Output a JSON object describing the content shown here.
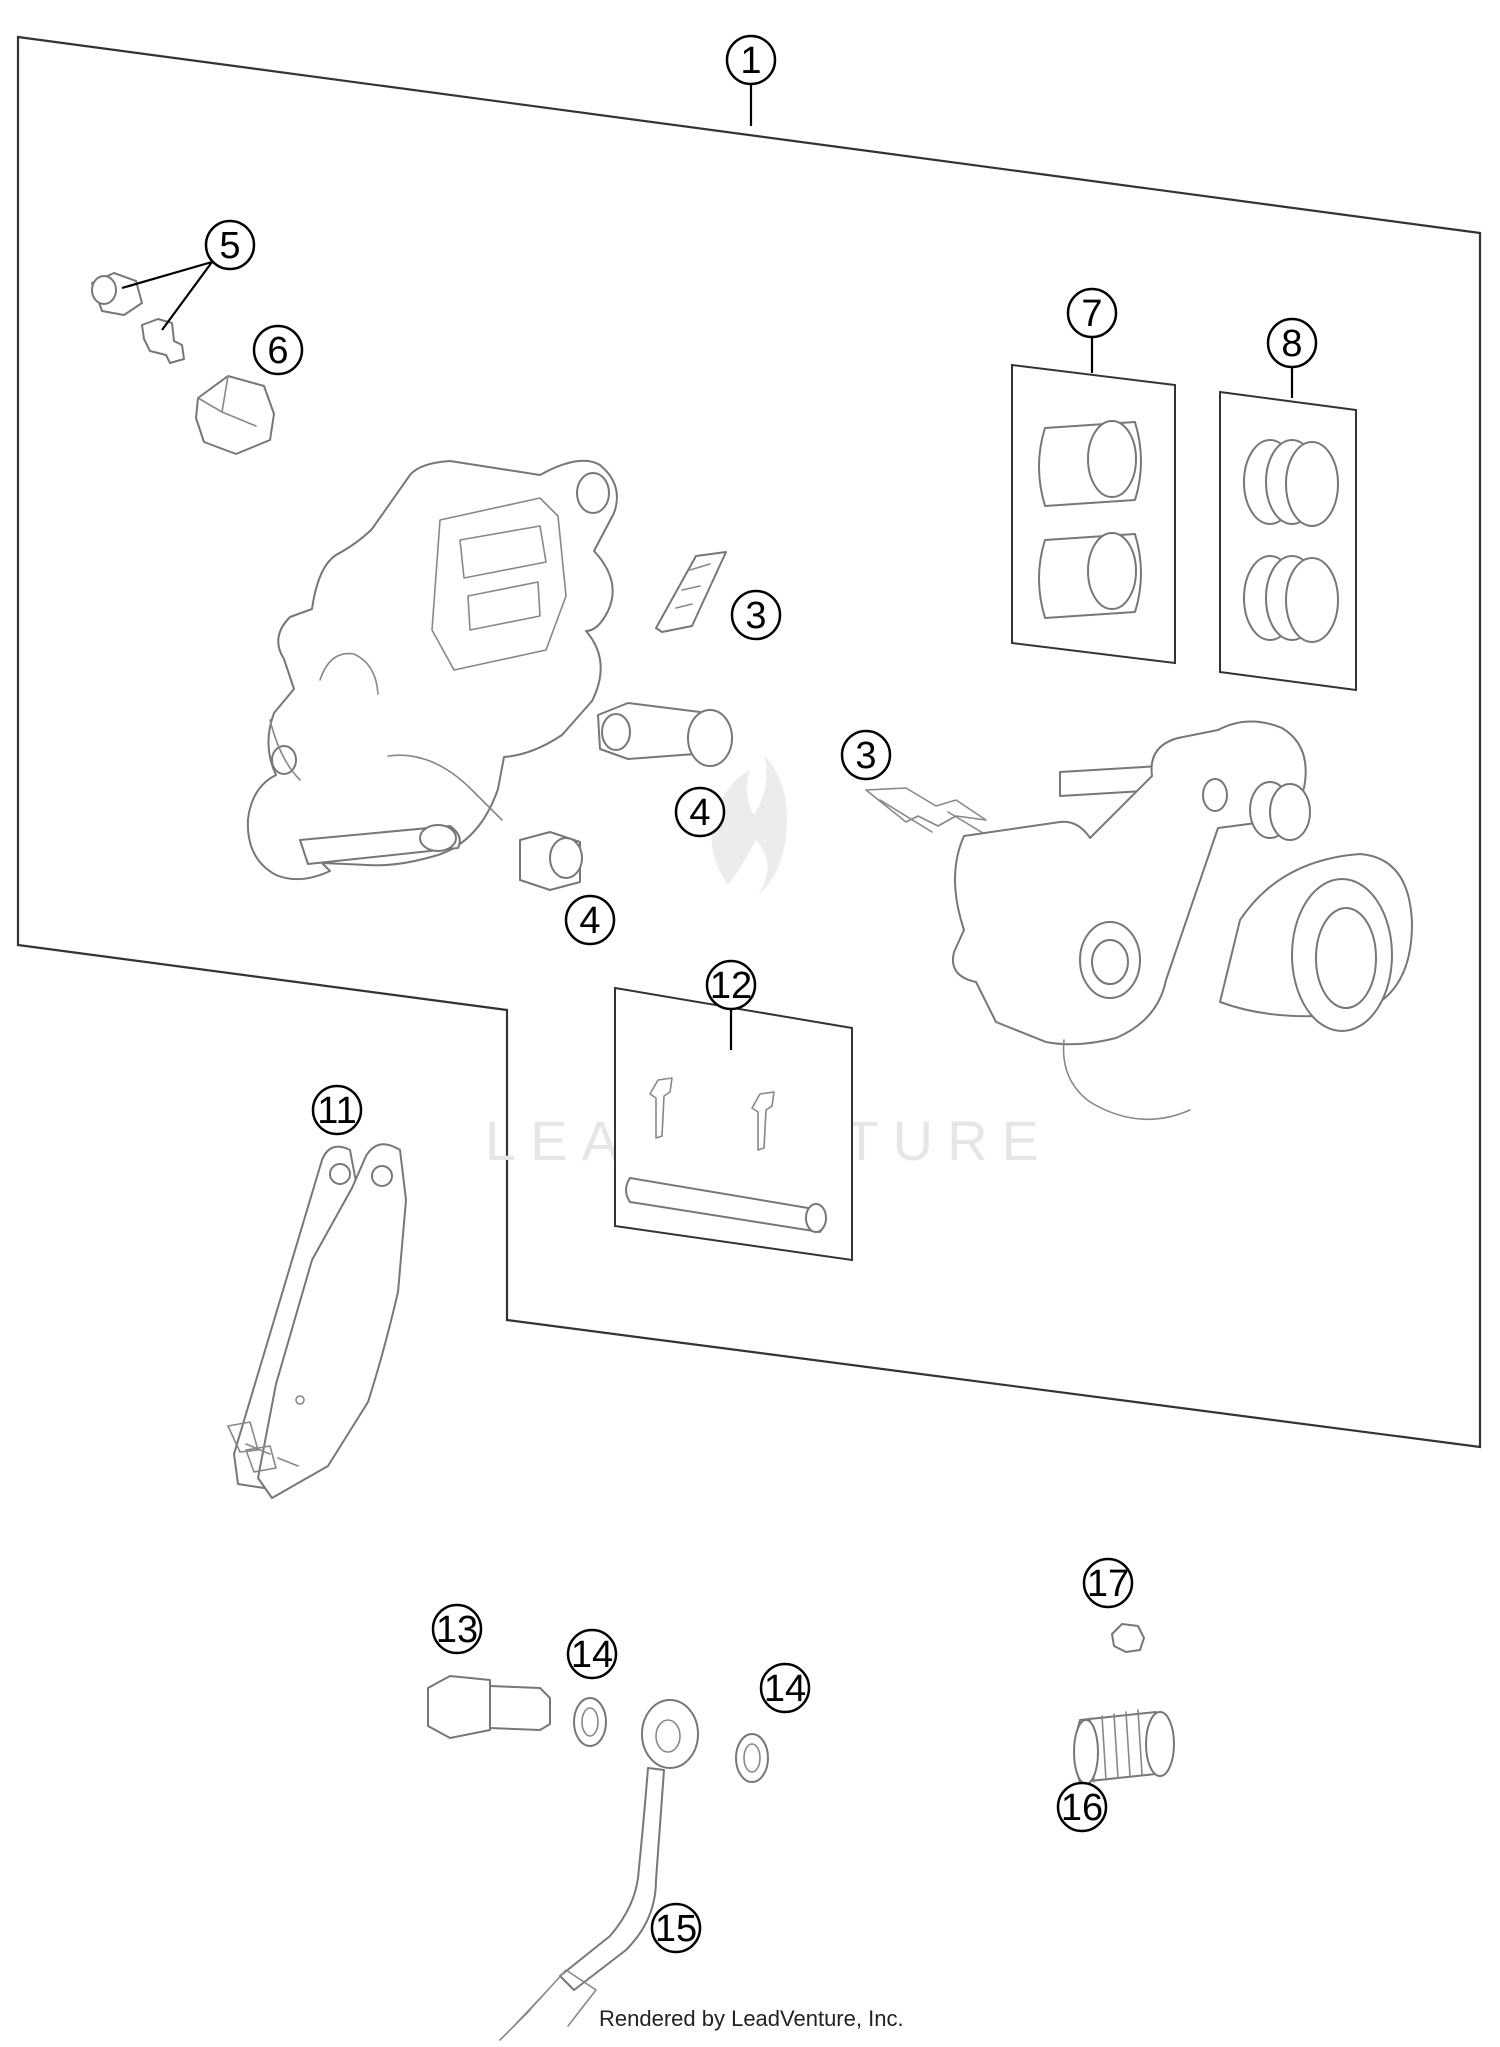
{
  "watermark": {
    "text": "LEADVENTURE"
  },
  "credit": {
    "text": "Rendered by LeadVenture, Inc."
  },
  "callouts": [
    {
      "id": "c1",
      "label": "1"
    },
    {
      "id": "c5",
      "label": "5"
    },
    {
      "id": "c6",
      "label": "6"
    },
    {
      "id": "c7",
      "label": "7"
    },
    {
      "id": "c8",
      "label": "8"
    },
    {
      "id": "c3a",
      "label": "3"
    },
    {
      "id": "c3b",
      "label": "3"
    },
    {
      "id": "c4a",
      "label": "4"
    },
    {
      "id": "c4b",
      "label": "4"
    },
    {
      "id": "c12",
      "label": "12"
    },
    {
      "id": "c11",
      "label": "11"
    },
    {
      "id": "c13",
      "label": "13"
    },
    {
      "id": "c14a",
      "label": "14"
    },
    {
      "id": "c14b",
      "label": "14"
    },
    {
      "id": "c15",
      "label": "15"
    },
    {
      "id": "c16",
      "label": "16"
    },
    {
      "id": "c17",
      "label": "17"
    }
  ]
}
